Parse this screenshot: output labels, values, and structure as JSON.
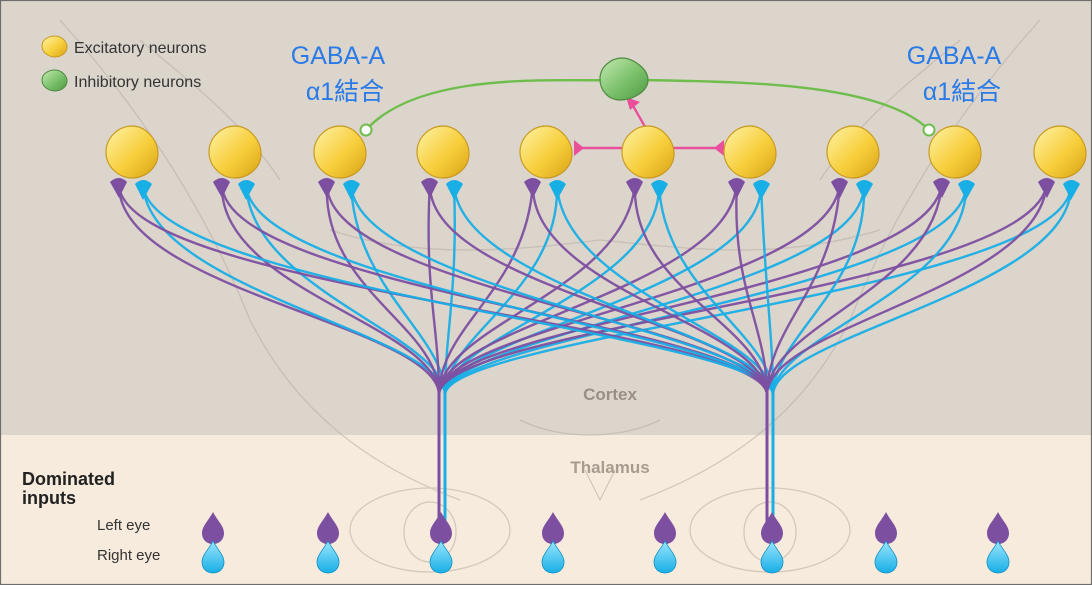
{
  "legend": {
    "excitatory_label": "Excitatory neurons",
    "inhibitory_label": "Inhibitory neurons"
  },
  "gaba_left": {
    "line1": "GABA-A",
    "line2": "α1結合"
  },
  "gaba_right": {
    "line1": "GABA-A",
    "line2": "α1結合"
  },
  "regions": {
    "cortex": "Cortex",
    "thalamus": "Thalamus"
  },
  "inputs": {
    "title_line1": "Dominated",
    "title_line2": "inputs",
    "left_eye": "Left eye",
    "right_eye": "Right eye"
  },
  "colors": {
    "cortex_bg": "#dcd5cc",
    "thalamus_bg": "#f6ebdc",
    "excitatory": "#f7cf3c",
    "inhibitory": "#7bc06a",
    "left_eye": "#7d4fa0",
    "right_eye": "#18aee6",
    "gaba_text": "#2a7ae8",
    "inhibitory_link": "#6fbd4d",
    "inhibitory_synapse": "#ea4f9c",
    "region_text": "#9a8f87"
  }
}
